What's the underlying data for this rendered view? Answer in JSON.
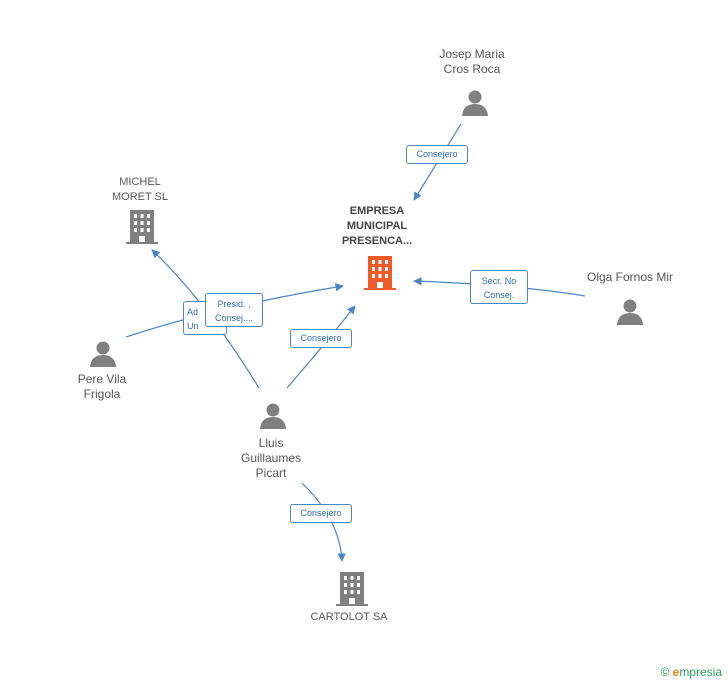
{
  "nodes": {
    "center": {
      "line1": "EMPRESA",
      "line2": "MUNICIPAL",
      "line3": "PRESENCA..."
    },
    "josep": {
      "line1": "Josep Maria",
      "line2": "Cros Roca"
    },
    "michel": {
      "line1": "MICHEL",
      "line2": "MORET SL"
    },
    "olga": {
      "line1": "Olga Fornos Mir"
    },
    "pere": {
      "line1": "Pere Vila",
      "line2": "Frigola"
    },
    "lluis": {
      "line1": "Lluis",
      "line2": "Guillaumes",
      "line3": "Picart"
    },
    "cartolot": {
      "line1": "CARTOLOT SA"
    }
  },
  "relations": {
    "josep_center": "Consejero",
    "olga_center_1": "Secr.  No",
    "olga_center_2": "Consej.",
    "pere_michel_1": "Ad",
    "pere_michel_2": "Un",
    "pere_center_1": "Presid. ,",
    "pere_center_2": "Consej....",
    "lluis_center": "Consejero",
    "lluis_cartolot": "Consejero"
  },
  "footer": {
    "copyright": "©",
    "brand_initial": "e",
    "brand_rest": "mpresia"
  },
  "colors": {
    "edge": "#4a86c7",
    "person": "#808080",
    "company": "#808080",
    "focus_company": "#f05a28"
  }
}
